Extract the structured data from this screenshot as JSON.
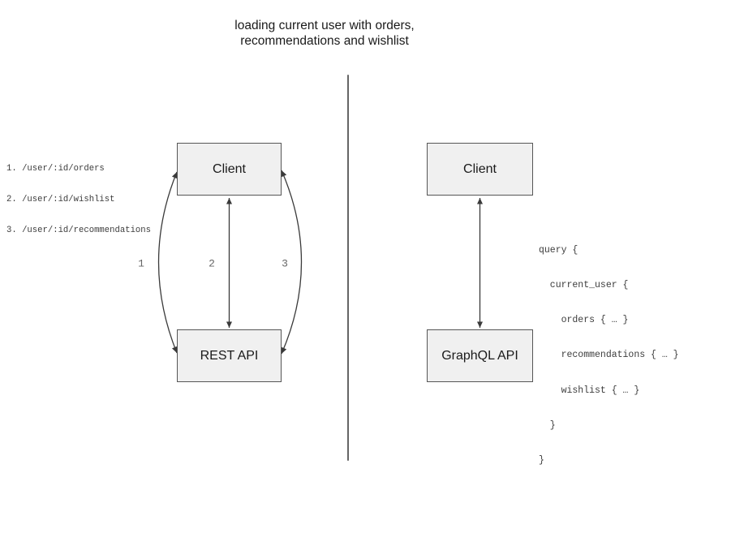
{
  "title": {
    "line1": "loading current user with orders,",
    "line2": "recommendations and wishlist"
  },
  "rest_panel": {
    "endpoints": [
      "1. /user/:id/orders",
      "2. /user/:id/wishlist",
      "3. /user/:id/recommendations"
    ],
    "client_label": "Client",
    "api_label": "REST API",
    "arrow_labels": [
      "1",
      "2",
      "3"
    ]
  },
  "graphql_panel": {
    "client_label": "Client",
    "api_label": "GraphQL API",
    "query_lines": [
      "query {",
      "  current_user {",
      "    orders { … }",
      "    recommendations { … }",
      "    wishlist { … }",
      "  }",
      "}"
    ]
  },
  "colors": {
    "background": "#ffffff",
    "box_fill": "#f0f0f0",
    "box_border": "#565656",
    "arrow": "#3a3a3a",
    "divider": "#666666",
    "text": "#1a1a1a",
    "code_text": "#3c3c3c",
    "arrow_label": "#666666"
  }
}
